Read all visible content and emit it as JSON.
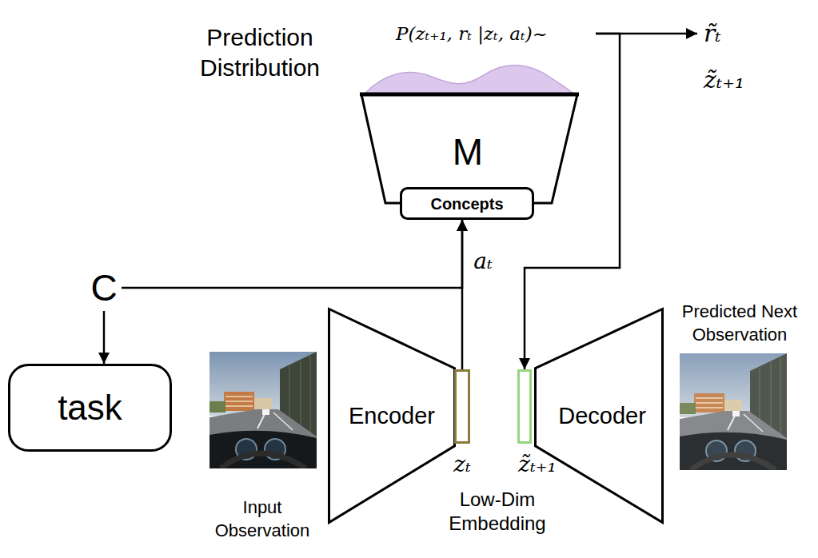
{
  "diagram": {
    "nodes": [
      {
        "text": [
          "P(zₜ₊₁, rₜ |zₜ, aₜ)~",
          "M"
        ]
      },
      {
        "text": [
          "Concepts"
        ],
        "in": 0
      },
      {
        "text": [
          "C"
        ]
      },
      {
        "text": [
          "task"
        ]
      },
      {
        "text": [
          "Encoder"
        ]
      },
      {
        "text": [
          "zₜ"
        ]
      },
      {
        "text": [
          "z̃ₜ₊₁"
        ]
      },
      {
        "text": [
          "Decoder"
        ]
      }
    ],
    "edges": [
      {
        "from": 5,
        "to": 1,
        "arrow": "to"
      },
      {
        "from": 2,
        "to": 1,
        "label": "aₜ",
        "arrow": "to"
      },
      {
        "from": 2,
        "to": 3,
        "arrow": "to"
      },
      {
        "from": 0,
        "to": 6,
        "arrow": "to"
      }
    ],
    "labels": [
      "Prediction Distribution",
      "r̃ₜ",
      "z̃ₜ₊₁",
      "Input Observation",
      "Low-Dim Embedding",
      "Predicted Next Observation"
    ]
  }
}
